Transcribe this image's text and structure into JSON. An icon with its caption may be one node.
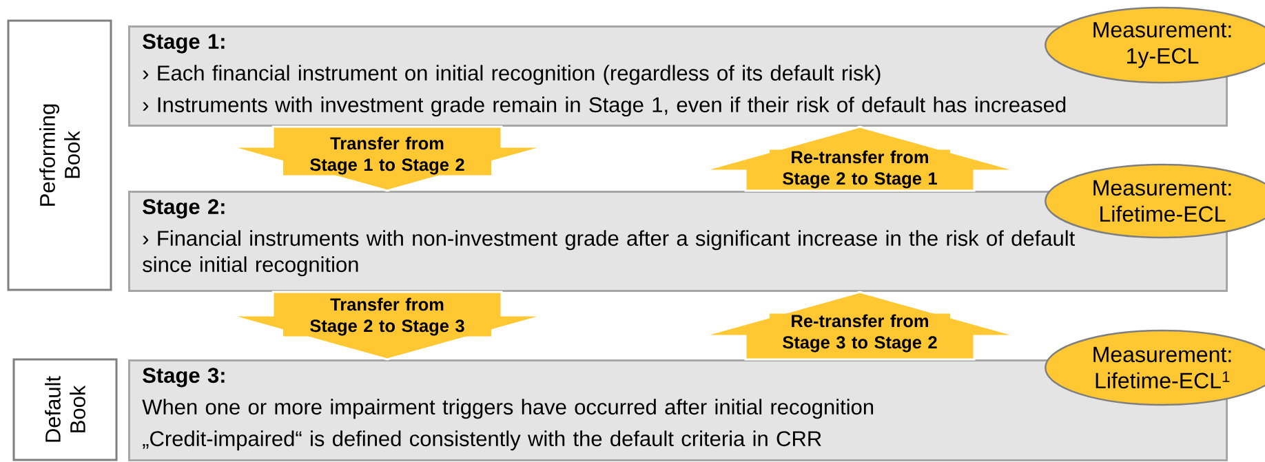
{
  "diagram": {
    "nodes": [
      {
        "text": [
          "Performing Book"
        ]
      },
      {
        "text": [
          "Stage 1:",
          "› Each financial instrument on initial recognition (regardless of its default risk)",
          "› Instruments with investment grade remain in Stage 1, even if their risk of default has increased"
        ]
      },
      {
        "text": [
          "Measurement: 1y-ECL"
        ]
      },
      {
        "text": [
          "Stage 2:",
          "› Financial instruments with non-investment grade after a significant increase in the risk of default since initial recognition"
        ]
      },
      {
        "text": [
          "Measurement: Lifetime-ECL"
        ]
      },
      {
        "text": [
          "Default Book"
        ]
      },
      {
        "text": [
          "Stage 3:",
          "When one or more impairment triggers have occurred after initial recognition",
          "„Credit-impaired“ is defined consistently with the default criteria in CRR"
        ]
      },
      {
        "text": [
          "Measurement: Lifetime-ECL$^{1}$"
        ]
      }
    ],
    "edges": [
      {
        "from": 1,
        "to": 3,
        "arrow": "to",
        "label": "Transfer from Stage 1 to Stage 2"
      },
      {
        "from": 3,
        "to": 1,
        "arrow": "to",
        "label": "Re-transfer from Stage 2 to Stage 1"
      },
      {
        "from": 3,
        "to": 6,
        "arrow": "to",
        "label": "Transfer from Stage 2 to Stage 3"
      },
      {
        "from": 6,
        "to": 3,
        "arrow": "to",
        "label": "Re-transfer from Stage 3 to Stage 2"
      }
    ]
  }
}
